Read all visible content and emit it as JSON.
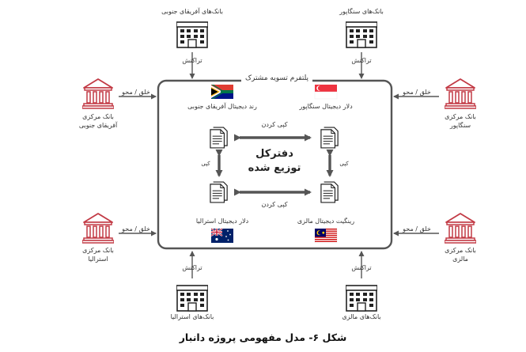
{
  "platform": {
    "label": "پلتفرم تسویه مشترک"
  },
  "ledger": {
    "line1": "دفترکل",
    "line2": "توزیع شده"
  },
  "caption": "شکل ۶- مدل مفهومی پروژه دانبار",
  "flow": {
    "traffic": "تراکنش",
    "issue_burn": "خلق / محو",
    "exchange": "کپی کردن",
    "copy_vertical": "کپی"
  },
  "commercial_banks": {
    "south_africa": "بانک‌های آفریقای جنوبی",
    "singapore": "بانک‌های سنگاپور",
    "australia": "بانک‌های استرالیا",
    "malaysia": "بانک‌های مالزی"
  },
  "central_banks": {
    "south_africa": [
      "بانک مرکزی",
      "آفریقای جنوبی"
    ],
    "singapore": [
      "بانک مرکزی",
      "سنگاپور"
    ],
    "australia": [
      "بانک مرکزی",
      "استرالیا"
    ],
    "malaysia": [
      "بانک مرکزی",
      "مالزی"
    ]
  },
  "currencies": {
    "zar": "رند دیجیتال آفریقای جنوبی",
    "sgd": "دلار دیجیتال سنگاپور",
    "aud": "دلار دیجیتال استرالیا",
    "myr": "رینگیت دیجیتال مالزی"
  },
  "icons": {
    "commercial_bank": "commercial-bank-icon",
    "central_bank": "central-bank-icon",
    "ledger": "document-stack-icon",
    "flags": [
      "south-africa-flag",
      "singapore-flag",
      "australia-flag",
      "malaysia-flag"
    ]
  },
  "colors": {
    "central_bank": "#c23a45",
    "commercial_bank": "#222222",
    "arrow_gray": "#555555",
    "platform_border": "#555555"
  }
}
